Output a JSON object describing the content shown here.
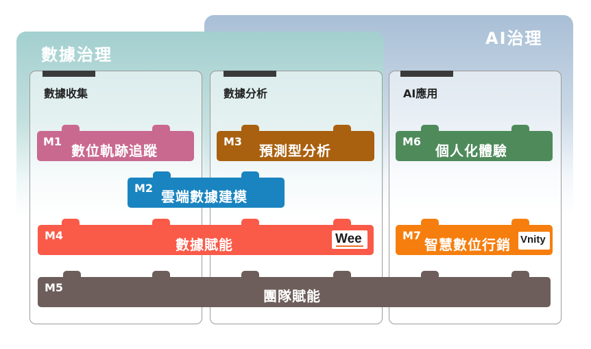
{
  "governance": {
    "data": {
      "title": "數據治理",
      "color": "#a3cfcf"
    },
    "ai": {
      "title": "AI治理",
      "color": "#a9bfd6"
    }
  },
  "stages": [
    {
      "title": "數據收集"
    },
    {
      "title": "數據分析"
    },
    {
      "title": "AI應用"
    }
  ],
  "modules": {
    "m1": {
      "code": "M1",
      "name": "數位軌跡追蹤",
      "color": "#c9698f"
    },
    "m2": {
      "code": "M2",
      "name": "雲端數據建模",
      "color": "#1a84c0"
    },
    "m3": {
      "code": "M3",
      "name": "預測型分析",
      "color": "#a9600f"
    },
    "m4": {
      "code": "M4",
      "name": "數據賦能",
      "color": "#fa5a48"
    },
    "m5": {
      "code": "M5",
      "name": "團隊賦能",
      "color": "#6d5e5c"
    },
    "m6": {
      "code": "M6",
      "name": "個人化體驗",
      "color": "#4e8a5a"
    },
    "m7": {
      "code": "M7",
      "name": "智慧數位行銷",
      "color": "#f57e0e"
    }
  },
  "logos": {
    "wee": {
      "text": "Wee"
    },
    "vnity": {
      "text": "Vnity"
    }
  }
}
